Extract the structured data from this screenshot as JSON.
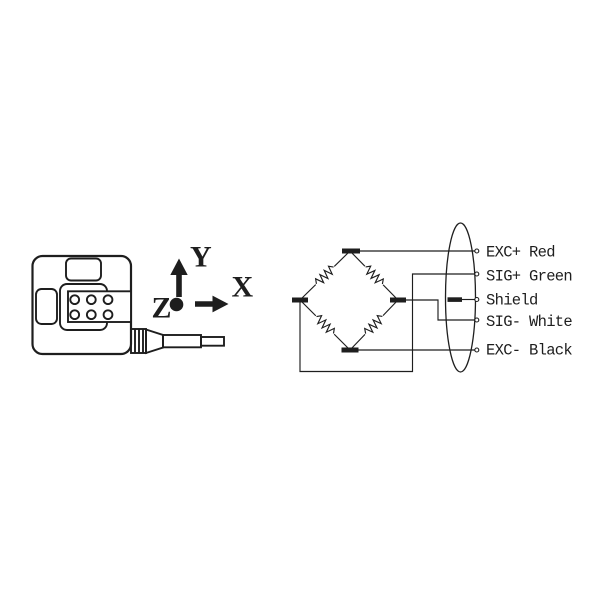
{
  "colors": {
    "ink": "#1e1e1e",
    "background": "#ffffff"
  },
  "axis_indicator": {
    "x_label": "X",
    "y_label": "Y",
    "z_label": "Z"
  },
  "cable_wires": [
    {
      "label": "EXC+ Red"
    },
    {
      "label": "SIG+ Green"
    },
    {
      "label": "Shield"
    },
    {
      "label": "SIG- White"
    },
    {
      "label": "EXC- Black"
    }
  ]
}
